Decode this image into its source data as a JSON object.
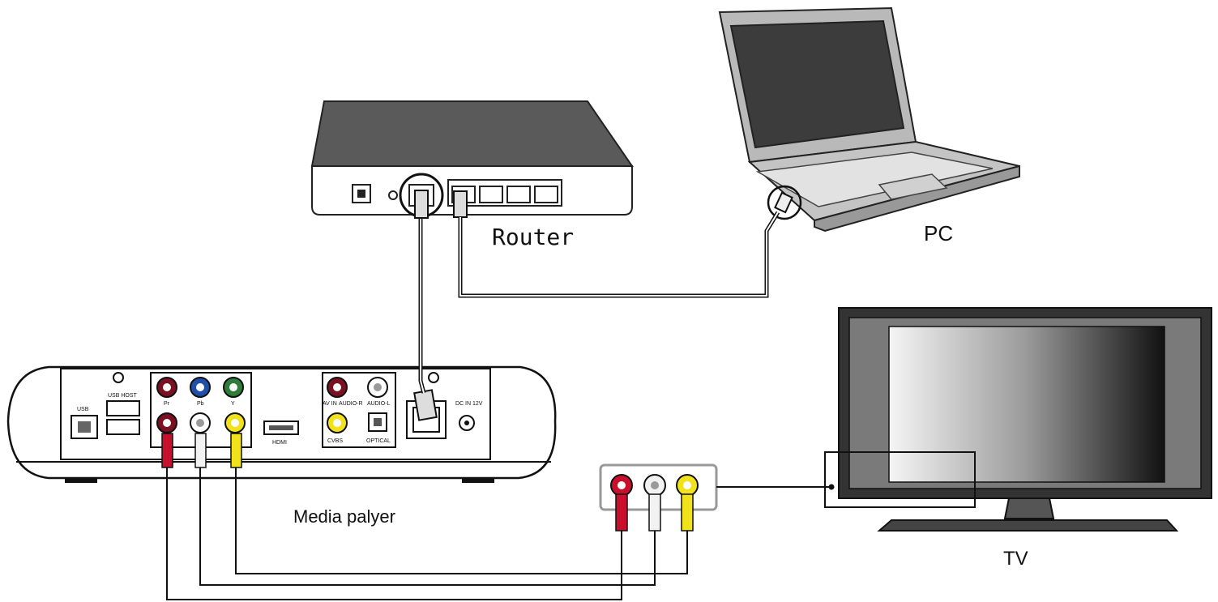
{
  "labels": {
    "router": "Router",
    "pc": "PC",
    "media_player": "Media palyer",
    "tv": "TV"
  },
  "ports": {
    "usb": "USB",
    "usb_host": "USB HOST",
    "pr": "Pr",
    "pb": "Pb",
    "y": "Y",
    "hdmi": "HDMI",
    "av_in": "AV IN",
    "audio_r": "AUDIO-R",
    "audio_l": "AUDIO-L",
    "cvbs": "CVBS",
    "optical": "OPTICAL",
    "dc_in": "DC IN 12V"
  },
  "colors": {
    "red_connector": "#c8102e",
    "white_connector": "#f2f2f2",
    "yellow_connector": "#f2e21b",
    "blue_jack": "#1f4fa8",
    "green_jack": "#2f7d3a",
    "router_body": "#555555",
    "laptop_body": "#b0b0b0",
    "tv_frame": "#3a3a3a"
  }
}
